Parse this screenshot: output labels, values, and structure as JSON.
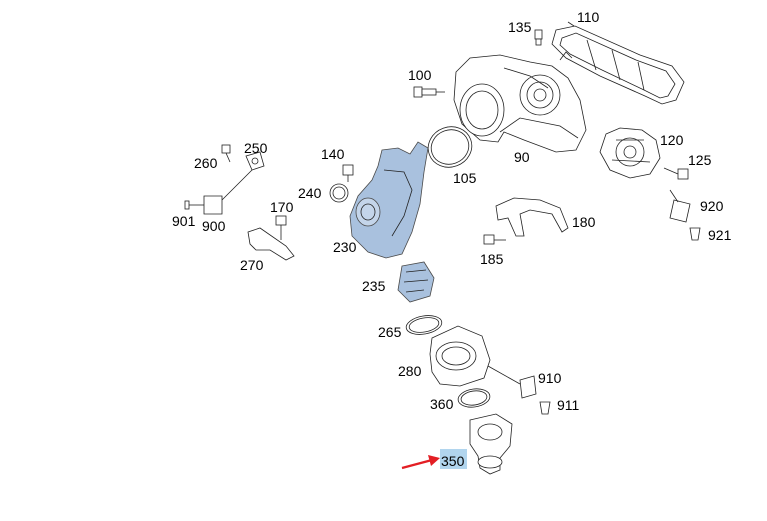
{
  "diagram": {
    "colors": {
      "highlight": "#a8d0ec",
      "arrow": "#e31e24",
      "part_fill": "#a9c1de",
      "part_stroke": "#4a4a4a",
      "label": "#000000"
    },
    "highlighted_part": "350",
    "labels": {
      "p110": "110",
      "p135": "135",
      "p100": "100",
      "p90": "90",
      "p105": "105",
      "p120": "120",
      "p125": "125",
      "p250": "250",
      "p260": "260",
      "p140": "140",
      "p240": "240",
      "p901": "901",
      "p900": "900",
      "p170": "170",
      "p270": "270",
      "p230": "230",
      "p180": "180",
      "p185": "185",
      "p920": "920",
      "p921": "921",
      "p235": "235",
      "p265": "265",
      "p280": "280",
      "p910": "910",
      "p360": "360",
      "p911": "911",
      "p350": "350"
    }
  }
}
